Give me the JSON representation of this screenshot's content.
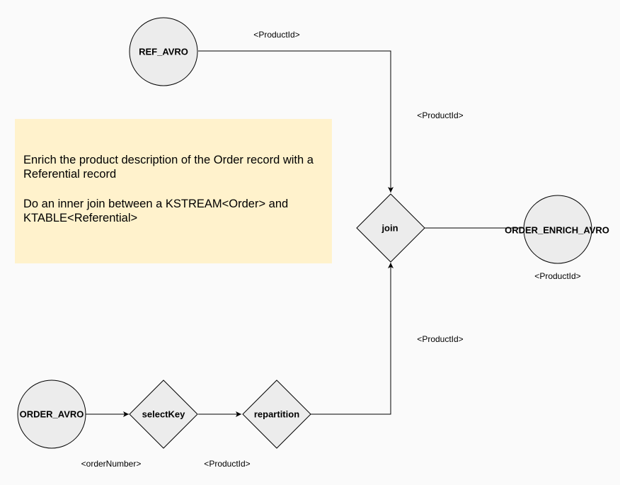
{
  "nodes": {
    "ref_avro": "REF_AVRO",
    "join": "join",
    "order_enrich_avro": "ORDER_ENRICH_AVRO",
    "order_avro": "ORDER_AVRO",
    "select_key": "selectKey",
    "repartition": "repartition"
  },
  "edge_labels": {
    "ref_top": "<ProductId>",
    "ref_side": "<ProductId>",
    "enrich_below": "<ProductId>",
    "repartition_side": "<ProductId>",
    "order_below": "<orderNumber>",
    "selectkey_below": "<ProductId>"
  },
  "note": {
    "paragraph_1": "Enrich the product description of the Order record with a Referential record",
    "paragraph_2": "Do an inner join between a KSTREAM<Order> and KTABLE<Referential>"
  },
  "colors": {
    "background": "#fafafa",
    "node_fill": "#ececec",
    "stroke": "#000000",
    "note_fill": "#fff2cc"
  }
}
